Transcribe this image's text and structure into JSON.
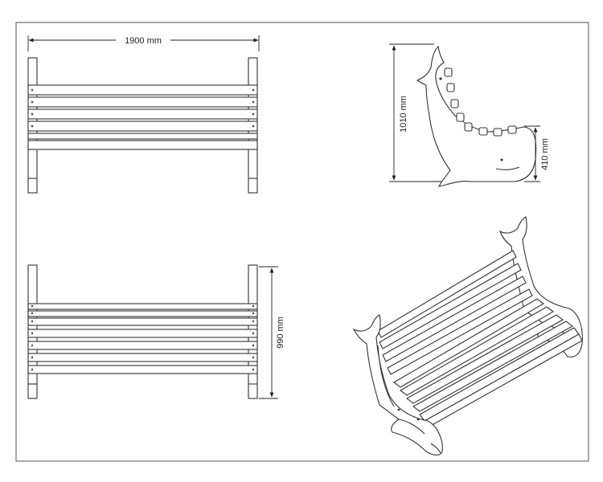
{
  "dimensions": {
    "length": "1900 mm",
    "total_height": "1010 mm",
    "seat_height": "410 mm",
    "depth": "990 mm"
  },
  "views": [
    "front-view",
    "side-view",
    "top-view",
    "isometric-view"
  ]
}
